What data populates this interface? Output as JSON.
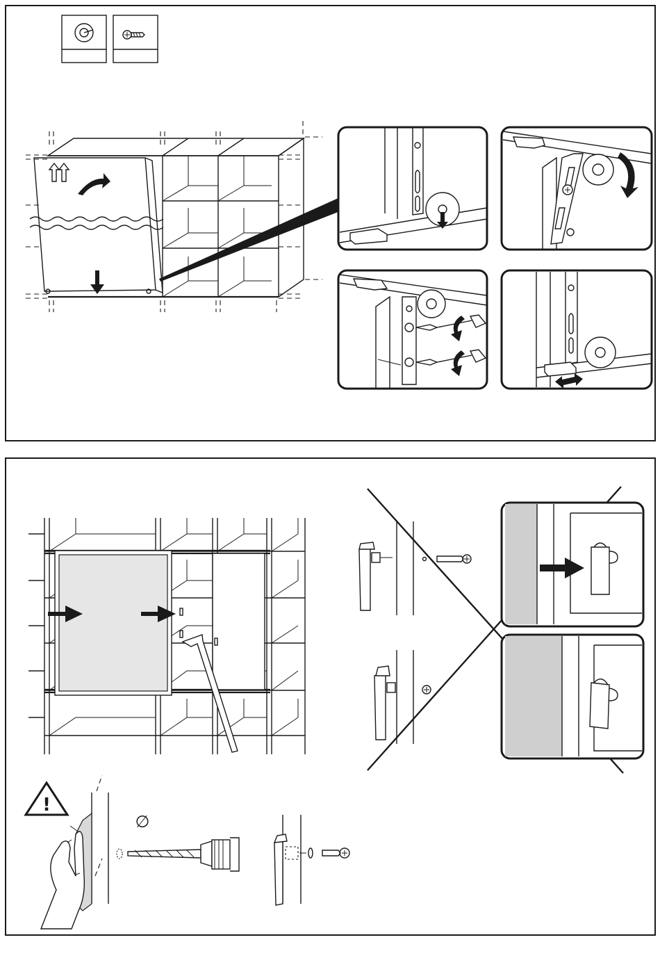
{
  "diagram": {
    "steps": [
      {
        "id": "step-1",
        "parts": [
          {
            "icon": "wall-plug-icon",
            "quantity": ""
          },
          {
            "icon": "screw-icon",
            "quantity": ""
          }
        ],
        "details": [
          "roller-adjust-detail-a",
          "roller-adjust-detail-b",
          "roller-screw-detail",
          "guide-stop-detail"
        ]
      },
      {
        "id": "step-2",
        "warning_symbol": "!",
        "drill_diameter_symbol": "∅",
        "prohibited_overlay": "wrong-mounting-cross",
        "details": [
          "door-stop-correct-a",
          "door-stop-correct-b",
          "drill-wall-detail",
          "fix-stop-detail"
        ]
      }
    ],
    "colors": {
      "line": "#1a1a1a",
      "panel": "#ffffff",
      "door_glass": "#e6e6e6"
    }
  }
}
